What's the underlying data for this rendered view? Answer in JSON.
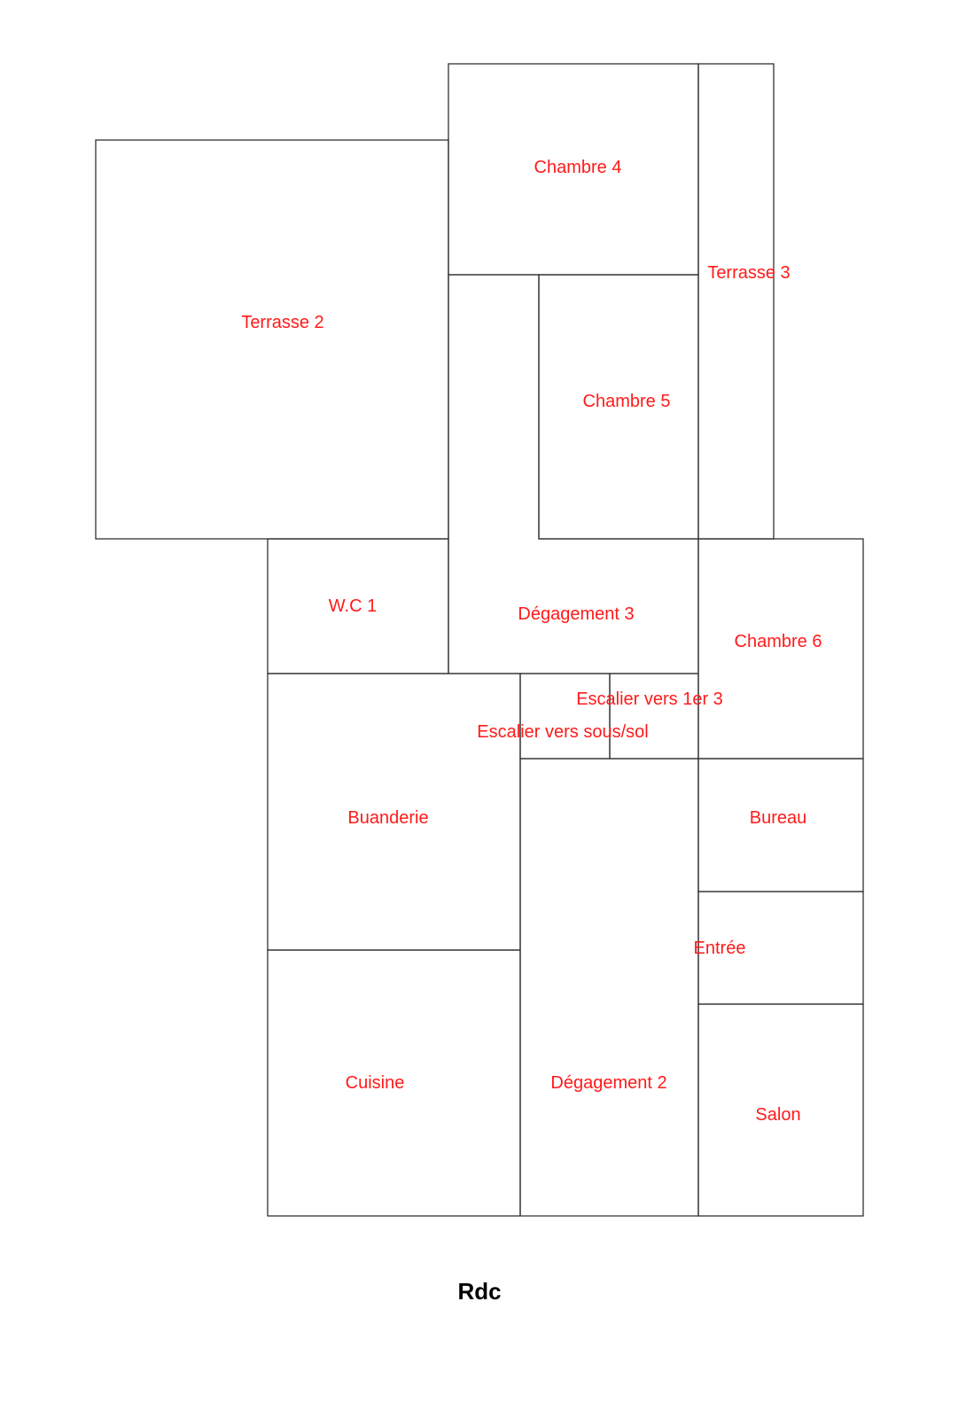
{
  "floor_title": "Rdc",
  "colors": {
    "label": "#ff1a1a",
    "wall": "#333333",
    "background": "#ffffff"
  },
  "rooms": [
    {
      "key": "terrasse-2",
      "label": "Terrasse 2"
    },
    {
      "key": "chambre-4",
      "label": "Chambre 4"
    },
    {
      "key": "terrasse-3",
      "label": "Terrasse 3"
    },
    {
      "key": "chambre-5",
      "label": "Chambre 5"
    },
    {
      "key": "wc-1",
      "label": "W.C 1"
    },
    {
      "key": "degagement-3",
      "label": "Dégagement 3"
    },
    {
      "key": "chambre-6",
      "label": "Chambre 6"
    },
    {
      "key": "escalier-1er-3",
      "label": "Escalier vers 1er 3"
    },
    {
      "key": "escalier-sous-sol",
      "label": "Escalier vers sous/sol"
    },
    {
      "key": "buanderie",
      "label": "Buanderie"
    },
    {
      "key": "bureau",
      "label": "Bureau"
    },
    {
      "key": "entree",
      "label": "Entrée"
    },
    {
      "key": "cuisine",
      "label": "Cuisine"
    },
    {
      "key": "degagement-2",
      "label": "Dégagement 2"
    },
    {
      "key": "salon",
      "label": "Salon"
    }
  ]
}
